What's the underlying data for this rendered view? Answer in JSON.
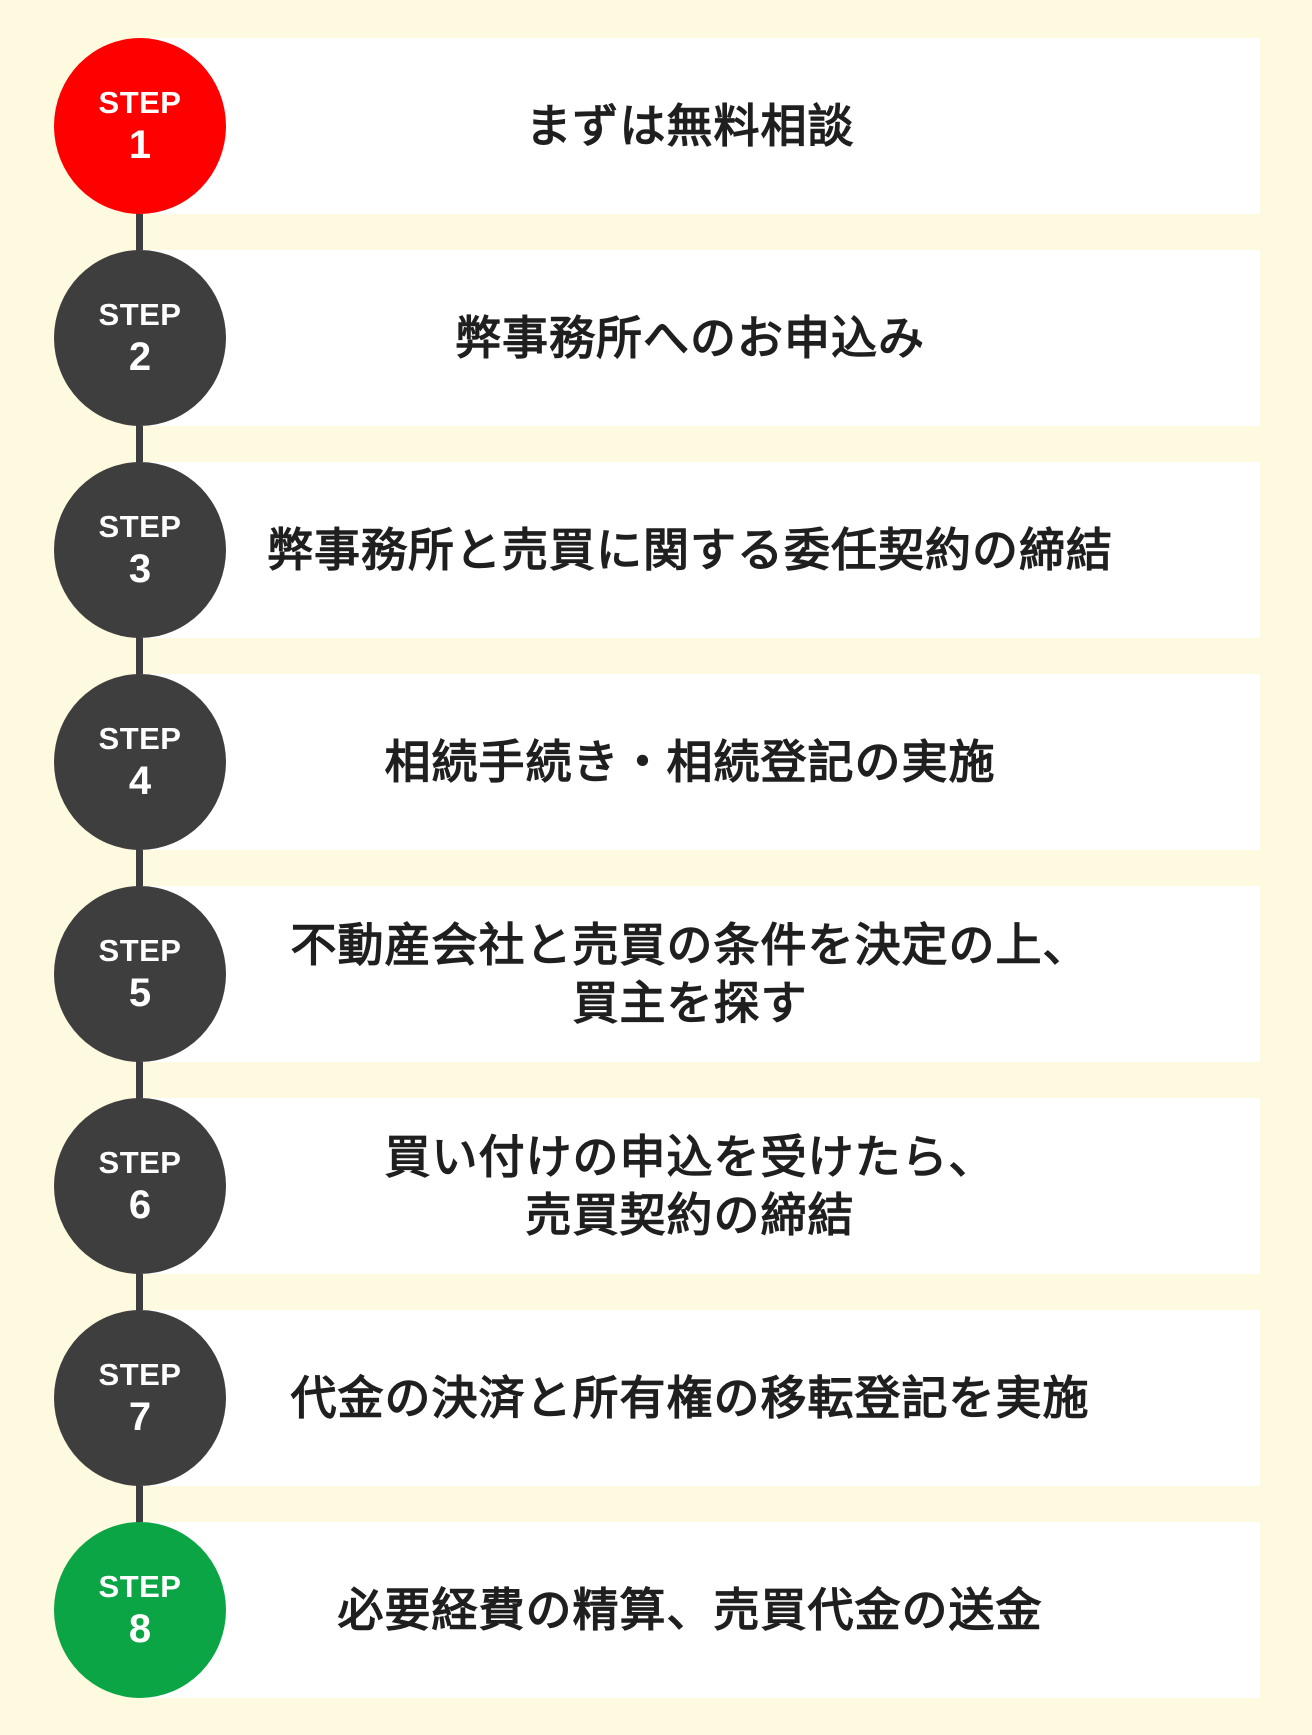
{
  "colors": {
    "background": "#fdfadf",
    "card": "#ffffff",
    "circle_default": "#3e3e3e",
    "circle_first": "#ff0000",
    "circle_last": "#0ba545",
    "text": "#1f1f1f"
  },
  "steps": [
    {
      "label": "STEP",
      "number": "1",
      "text": "まずは無料相談",
      "circle_color": "#ff0000"
    },
    {
      "label": "STEP",
      "number": "2",
      "text": "弊事務所へのお申込み",
      "circle_color": "#3e3e3e"
    },
    {
      "label": "STEP",
      "number": "3",
      "text": "弊事務所と売買に関する委任契約の締結",
      "circle_color": "#3e3e3e"
    },
    {
      "label": "STEP",
      "number": "4",
      "text": "相続手続き・相続登記の実施",
      "circle_color": "#3e3e3e"
    },
    {
      "label": "STEP",
      "number": "5",
      "text": "不動産会社と売買の条件を決定の上、\n買主を探す",
      "circle_color": "#3e3e3e"
    },
    {
      "label": "STEP",
      "number": "6",
      "text": "買い付けの申込を受けたら、\n売買契約の締結",
      "circle_color": "#3e3e3e"
    },
    {
      "label": "STEP",
      "number": "7",
      "text": "代金の決済と所有権の移転登記を実施",
      "circle_color": "#3e3e3e"
    },
    {
      "label": "STEP",
      "number": "8",
      "text": "必要経費の精算、売買代金の送金",
      "circle_color": "#0ba545"
    }
  ]
}
